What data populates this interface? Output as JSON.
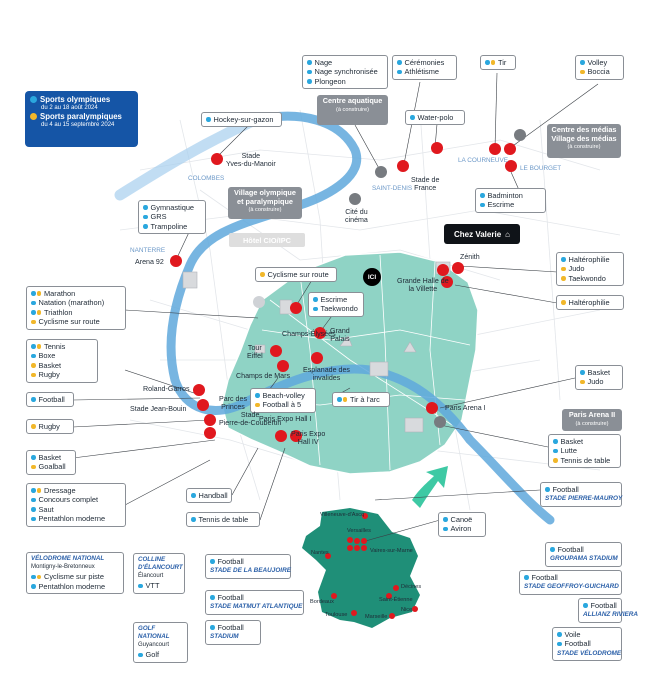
{
  "legend": {
    "olympic_title": "Sports olympiques",
    "olympic_dates": "du 2 au 18 août 2024",
    "para_title": "Sports paralympiques",
    "para_dates": "du 4 au 15 septembre 2024",
    "colors": {
      "olympic": "#2aa7de",
      "paralympic": "#f1b72a"
    }
  },
  "colors": {
    "venue": "#e0181e",
    "paris": "#8fd3c5",
    "seine": "#5fa8dc",
    "france": "#1f8f78",
    "box_border": "#8a8f96",
    "gray_header": "#8a8f96"
  },
  "boxes": {
    "aquatic_sports": [
      "Nage",
      "Nage synchronisée",
      "Plongeon"
    ],
    "ceremonies": [
      "Cérémonies",
      "Athlétisme"
    ],
    "tir": [
      "Tir"
    ],
    "volley": [
      "Volley",
      "Boccia"
    ],
    "hockey": [
      "Hockey-sur-gazon"
    ],
    "waterpolo": [
      "Water-polo"
    ],
    "gym": [
      "Gymnastique",
      "GRS",
      "Trampoline"
    ],
    "badminton": [
      "Badminton",
      "Escrime"
    ],
    "cyclisme_route": [
      "Cyclisme sur route"
    ],
    "escrime": [
      "Escrime",
      "Taekwondo"
    ],
    "halterophilie": [
      "Haltérophilie",
      "Judo",
      "Taekwondo"
    ],
    "halterophilie2": [
      "Haltérophilie"
    ],
    "marathon": [
      "Marathon",
      "Natation (marathon)",
      "Triathlon",
      "Cyclisme sur route"
    ],
    "tennis": [
      "Tennis",
      "Boxe",
      "Basket",
      "Rugby"
    ],
    "football1": [
      "Football"
    ],
    "rugby": [
      "Rugby"
    ],
    "beach": [
      "Beach-volley",
      "Football à 5"
    ],
    "tir_arc": [
      "Tir à l'arc"
    ],
    "basket_judo": [
      "Basket",
      "Judo"
    ],
    "basket_lutte": [
      "Basket",
      "Lutte",
      "Tennis de table"
    ],
    "basket_goalball": [
      "Basket",
      "Goalball"
    ],
    "handball": [
      "Handball"
    ],
    "tennis_table": [
      "Tennis de table"
    ],
    "dressage": [
      "Dressage",
      "Concours complet",
      "Saut",
      "Pentathlon moderne"
    ],
    "canoe": [
      "Canoë",
      "Aviron"
    ],
    "fb_pierre": [
      "Football"
    ],
    "fb_groupama": [
      "Football"
    ],
    "fb_geoffroy": [
      "Football"
    ],
    "fb_beaujoire": [
      "Football"
    ],
    "fb_matmut": [
      "Football"
    ],
    "fb_allianz": [
      "Football"
    ],
    "fb_stadium": [
      "Football"
    ],
    "voile": [
      "Voile",
      "Football"
    ],
    "velodrome": [
      "Cyclisme sur piste",
      "Pentathlon moderne"
    ],
    "vtt": [
      "VTT"
    ],
    "golf": [
      "Golf"
    ]
  },
  "venue_subs": {
    "fb_pierre": "STADE PIERRE-MAUROY",
    "fb_groupama": "GROUPAMA STADIUM",
    "fb_geoffroy": "STADE GEOFFROY-GUICHARD",
    "fb_beaujoire": "STADE DE LA BEAUJOIRE",
    "fb_matmut": "STADE MATMUT ATLANTIQUE",
    "fb_allianz": "ALLIANZ RIVIERA",
    "fb_stadium": "STADIUM",
    "voile": "STADE VÉLODROME",
    "velodrome_hdr": "VÉLODROME NATIONAL",
    "velodrome_place": "Montigny-le-Bretonneux",
    "colline_hdr": "COLLINE D'ÉLANCOURT",
    "colline_place": "Élancourt",
    "golf_hdr": "GOLF NATIONAL",
    "golf_place": "Guyancourt"
  },
  "gray_headers": {
    "centre_aquatique": "Centre aquatique",
    "centre_aquatique_note": "(à construire)",
    "medias": "Centre des médias Village des médias",
    "medias_note": "(à construire)",
    "village": "Village olympique et paralympique",
    "village_note": "(à construire)",
    "paris_arena2": "Paris Arena II",
    "paris_arena2_note": "(à construire)"
  },
  "chez_valerie": "Chez Valerie",
  "hotel": "Hôtel CIO/IPC",
  "ici": "ICI",
  "labels": {
    "stade_yves": "Stade Yves-du-Manoir",
    "colombes": "COLOMBES",
    "stade_france": "Stade de France",
    "saint_denis": "SAINT-DENIS",
    "la_courneuve": "LA COURNEUVE",
    "le_bourget": "LE BOURGET",
    "cite_cinema": "Cité du cinéma",
    "nanterre": "NANTERRE",
    "arena92": "Arena 92",
    "zenith": "Zénith",
    "grande_halle": "Grande Halle de la Villette",
    "champs": "Champs-Élysées",
    "grand_palais": "Grand Palais",
    "tour_eiffel": "Tour Eiffel",
    "champs_mars": "Champs de Mars",
    "esplanade": "Esplanade des invalides",
    "roland": "Roland-Garros",
    "parc_princes": "Parc des Princes",
    "stade_jean": "Stade Jean-Bouin",
    "stade_pierre": "Stade Pierre-de-Coubertin",
    "expo1": "Paris Expo Hall I",
    "expo4": "Paris Expo Hall IV",
    "arena1": "Paris Arena I",
    "villeneuve": "Villeneuve-d'Ascq",
    "versailles": "Versailles",
    "vaires": "Vaires-sur-Marne",
    "nantes": "Nantes",
    "decines": "Décines",
    "saint_etienne": "Saint-Étienne",
    "bordeaux": "Bordeaux",
    "nice": "Nice",
    "toulouse": "Toulouse",
    "marseille": "Marseille"
  }
}
